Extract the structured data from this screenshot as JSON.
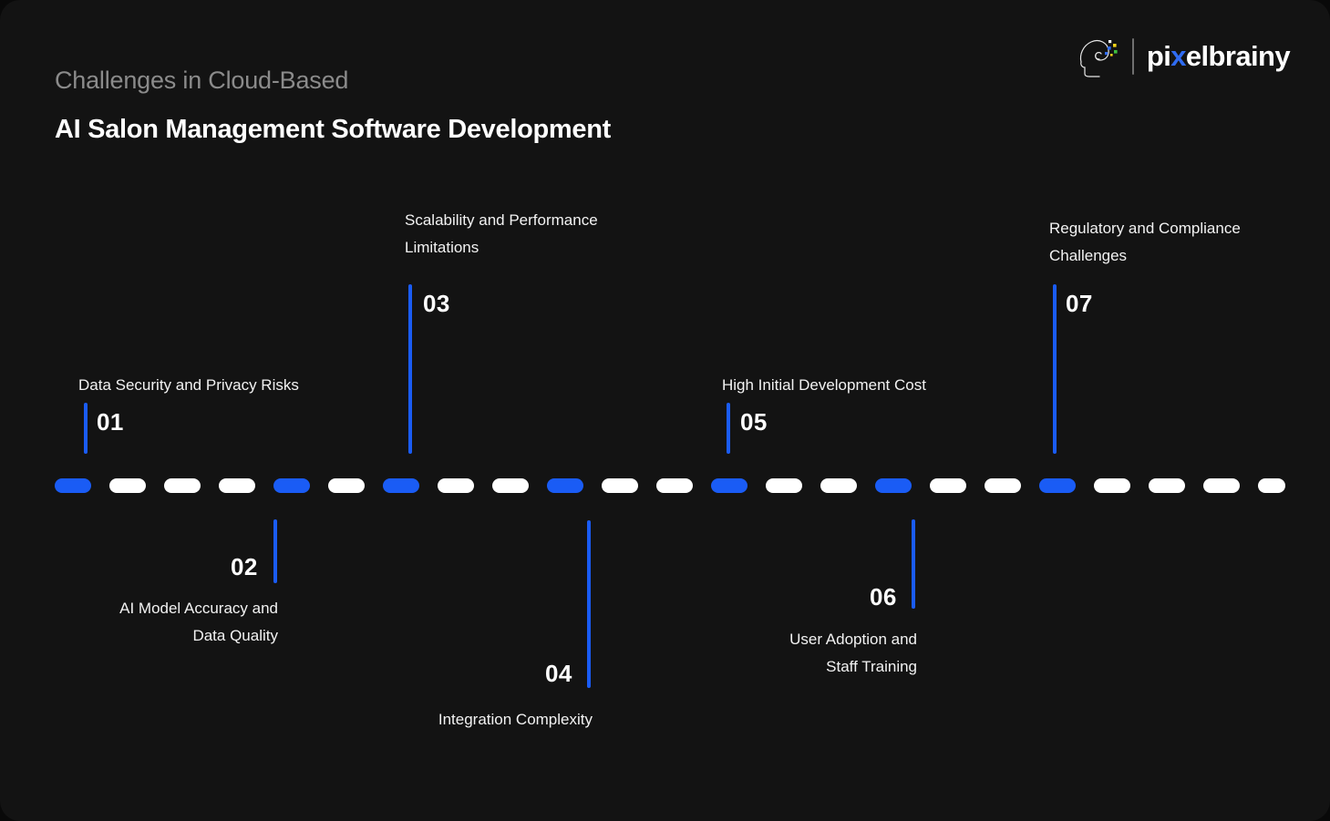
{
  "header": {
    "subtitle": "Challenges in Cloud-Based",
    "title": "AI Salon Management Software Development"
  },
  "brand": {
    "name_part1": "pi",
    "name_x": "x",
    "name_part2": "elbrainy",
    "full_name": "pixelbrainy",
    "mark_colors": [
      "#2f6bf2",
      "#f2d21a",
      "#3fbf3f",
      "#ffffff"
    ],
    "divider_color": "#6f6f6f"
  },
  "theme": {
    "background": "#131313",
    "page_background": "#090909",
    "accent": "#1a5cf5",
    "text": "#ffffff",
    "muted_text": "#8b8b8b"
  },
  "timeline": {
    "dash_pattern": [
      "b",
      "w",
      "w",
      "w",
      "b",
      "w",
      "b",
      "w",
      "w",
      "b",
      "w",
      "w",
      "b",
      "w",
      "w",
      "b",
      "w",
      "w",
      "b",
      "w",
      "w",
      "w",
      "w"
    ],
    "dash_width": 40,
    "dash_gap": 20,
    "items": [
      {
        "number": "01",
        "label": "Data Security and Privacy Risks",
        "side": "top",
        "align": "left"
      },
      {
        "number": "02",
        "label": "AI Model Accuracy and\nData Quality",
        "side": "bottom",
        "align": "right"
      },
      {
        "number": "03",
        "label": "Scalability and Performance\nLimitations",
        "side": "top",
        "align": "left"
      },
      {
        "number": "04",
        "label": "Integration Complexity",
        "side": "bottom",
        "align": "right"
      },
      {
        "number": "05",
        "label": "High Initial Development Cost",
        "side": "top",
        "align": "left"
      },
      {
        "number": "06",
        "label": "User Adoption and\nStaff Training",
        "side": "bottom",
        "align": "right"
      },
      {
        "number": "07",
        "label": "Regulatory and Compliance\nChallenges",
        "side": "top",
        "align": "left"
      }
    ]
  }
}
